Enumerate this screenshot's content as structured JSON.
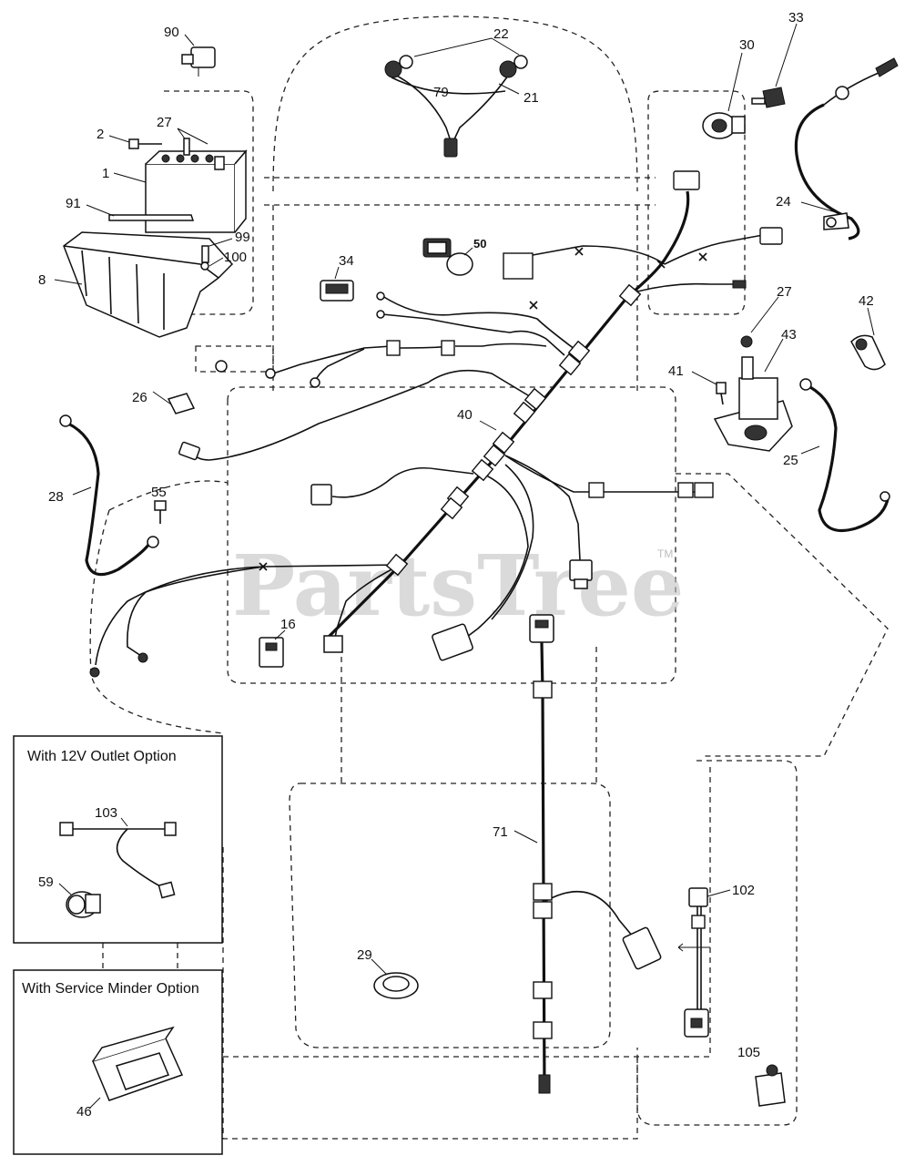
{
  "watermark": {
    "text": "PartsTree",
    "trademark": "TM"
  },
  "callouts": {
    "p1": "1",
    "p2": "2",
    "p8": "8",
    "p16": "16",
    "p21": "21",
    "p22": "22",
    "p24": "24",
    "p25": "25",
    "p26": "26",
    "p27a": "27",
    "p27b": "27",
    "p28": "28",
    "p29": "29",
    "p30": "30",
    "p33": "33",
    "p34": "34",
    "p40": "40",
    "p41": "41",
    "p42": "42",
    "p43": "43",
    "p46": "46",
    "p50": "50",
    "p55": "55",
    "p59": "59",
    "p71": "71",
    "p79": "79",
    "p90": "90",
    "p91": "91",
    "p99": "99",
    "p100": "100",
    "p102": "102",
    "p103": "103",
    "p105": "105"
  },
  "options": {
    "outlet": {
      "title": "With 12V Outlet Option"
    },
    "minder": {
      "title": "With Service Minder Option"
    }
  }
}
